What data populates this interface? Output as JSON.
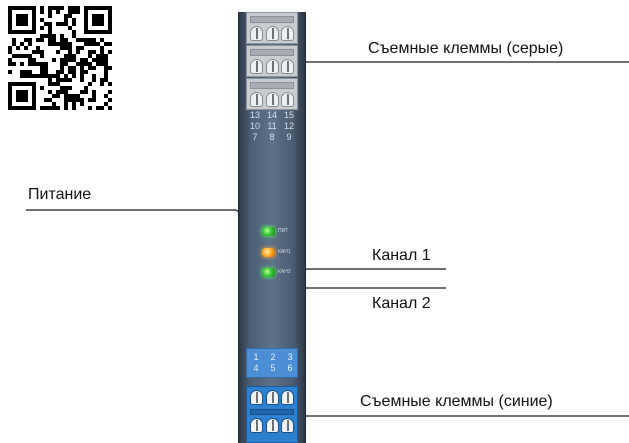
{
  "labels": {
    "removable_grey": "Съемные клеммы (серые)",
    "power": "Питание",
    "channel1": "Канал 1",
    "channel2": "Канал 2",
    "removable_blue": "Съемные клеммы (синие)"
  },
  "module": {
    "top_numbers": [
      [
        "13",
        "14",
        "15"
      ],
      [
        "10",
        "11",
        "12"
      ],
      [
        "7",
        "8",
        "9"
      ]
    ],
    "bottom_numbers": [
      [
        "1",
        "2",
        "3"
      ],
      [
        "4",
        "5",
        "6"
      ]
    ],
    "leds": [
      {
        "text": "ПИТ",
        "color": "green"
      },
      {
        "text": "КАН1",
        "color": "orange"
      },
      {
        "text": "КАН2",
        "color": "green"
      }
    ]
  },
  "colors": {
    "housing": "#4c5f74",
    "grey_terminals": "#c9ccd0",
    "blue_terminals": "#2e80d0",
    "led_green": "#38c832",
    "led_orange": "#ffad2b"
  }
}
